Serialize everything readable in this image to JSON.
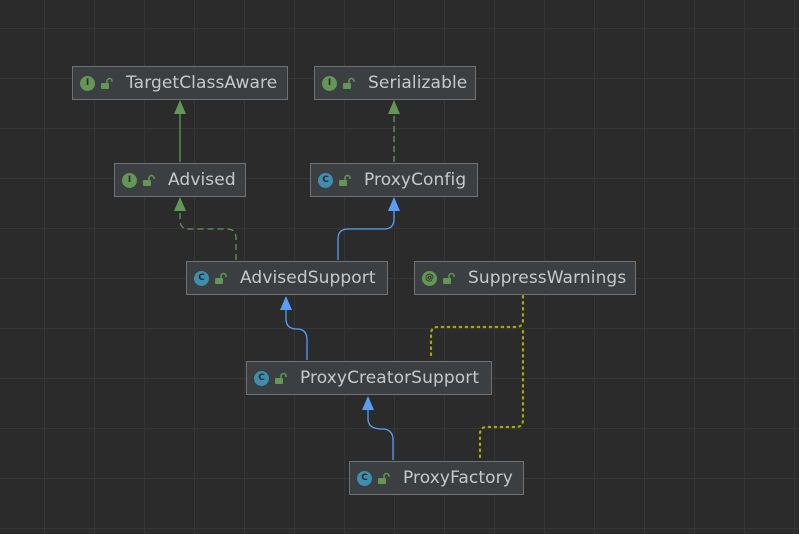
{
  "diagram": {
    "nodes": [
      {
        "id": "target-class-aware",
        "label": "TargetClassAware",
        "kind": "interface",
        "badge": "I"
      },
      {
        "id": "serializable",
        "label": "Serializable",
        "kind": "interface",
        "badge": "I"
      },
      {
        "id": "advised",
        "label": "Advised",
        "kind": "interface",
        "badge": "I"
      },
      {
        "id": "proxy-config",
        "label": "ProxyConfig",
        "kind": "class",
        "badge": "C"
      },
      {
        "id": "advised-support",
        "label": "AdvisedSupport",
        "kind": "class",
        "badge": "C"
      },
      {
        "id": "suppress-warnings",
        "label": "SuppressWarnings",
        "kind": "annotation",
        "badge": "@"
      },
      {
        "id": "proxy-creator-support",
        "label": "ProxyCreatorSupport",
        "kind": "class",
        "badge": "C"
      },
      {
        "id": "proxy-factory",
        "label": "ProxyFactory",
        "kind": "class",
        "badge": "C"
      }
    ],
    "edges": [
      {
        "from": "advised",
        "to": "target-class-aware",
        "relation": "extends-interface"
      },
      {
        "from": "proxy-config",
        "to": "serializable",
        "relation": "implements"
      },
      {
        "from": "advised-support",
        "to": "advised",
        "relation": "implements"
      },
      {
        "from": "advised-support",
        "to": "proxy-config",
        "relation": "extends"
      },
      {
        "from": "proxy-creator-support",
        "to": "advised-support",
        "relation": "extends"
      },
      {
        "from": "proxy-creator-support",
        "to": "suppress-warnings",
        "relation": "annotated-by"
      },
      {
        "from": "proxy-factory",
        "to": "proxy-creator-support",
        "relation": "extends"
      },
      {
        "from": "proxy-factory",
        "to": "suppress-warnings",
        "relation": "annotated-by"
      }
    ]
  },
  "colors": {
    "background": "#2b2b2b",
    "node_fill": "#3c3f41",
    "node_border": "#6f7173",
    "node_text": "#c8c8c8",
    "interface_badge": "#629755",
    "class_badge": "#3d8fb0",
    "lock_icon": "#629755",
    "extends_edge": "#589df6",
    "implements_edge": "#629755",
    "annotation_edge": "#a8a800"
  }
}
